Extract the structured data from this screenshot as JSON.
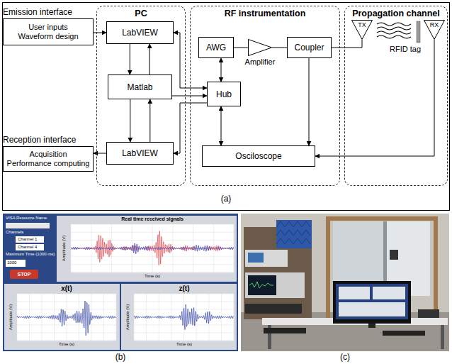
{
  "diagram": {
    "nodes": [
      {
        "text": [
          "Emission interface",
          "User inputs Waveform design"
        ]
      },
      {
        "text": [
          "PC"
        ]
      },
      {
        "text": [
          "LabVIEW"
        ],
        "in": 1
      },
      {
        "text": [
          "Matlab"
        ],
        "in": 1
      },
      {
        "text": [
          "LabVIEW"
        ],
        "in": 1
      },
      {
        "text": [
          "Reception interface",
          "Acquisition Performance computing"
        ]
      },
      {
        "text": [
          "RF instrumentation"
        ]
      },
      {
        "text": [
          "AWG"
        ],
        "in": 6
      },
      {
        "text": [
          "Amplifier"
        ],
        "in": 6
      },
      {
        "text": [
          "Coupler"
        ],
        "in": 6
      },
      {
        "text": [
          "Hub"
        ],
        "in": 6
      },
      {
        "text": [
          "Osciloscope"
        ],
        "in": 6
      },
      {
        "text": [
          "Propagation channel"
        ]
      },
      {
        "text": [
          "TX"
        ],
        "in": 12
      },
      {
        "text": [
          "RX"
        ],
        "in": 12
      }
    ],
    "edges": [
      {
        "from": 0,
        "to": 2,
        "arrow": "to"
      },
      {
        "from": 2,
        "to": 3,
        "arrow": "to"
      },
      {
        "from": 3,
        "to": 2,
        "arrow": "to"
      },
      {
        "from": 3,
        "to": 4,
        "arrow": "to"
      },
      {
        "from": 4,
        "to": 3,
        "arrow": "to"
      },
      {
        "from": 2,
        "to": 10,
        "arrow": "both"
      },
      {
        "from": 3,
        "to": 10,
        "arrow": "to"
      },
      {
        "from": 10,
        "to": 4,
        "arrow": "to"
      },
      {
        "from": 7,
        "to": 10,
        "arrow": "both"
      },
      {
        "from": 10,
        "to": 11,
        "arrow": "both"
      },
      {
        "from": 7,
        "to": 8,
        "arrow": "none"
      },
      {
        "from": 8,
        "to": 9,
        "arrow": "none"
      },
      {
        "from": 9,
        "to": 13,
        "arrow": "none"
      },
      {
        "from": 9,
        "to": 11,
        "arrow": "to"
      },
      {
        "from": 14,
        "to": 11,
        "arrow": "to"
      },
      {
        "from": 4,
        "to": 5,
        "arrow": "to"
      }
    ],
    "labels": [
      "RFID tag",
      "(a)",
      "VISA Resource Name",
      "Channels",
      "Channel 1",
      "Channel 4",
      "Maximum Time (1000 ms)",
      "1000",
      "STOP",
      "Real time received signals",
      "Amplitude (V)",
      "Time (s)",
      "x(t)",
      "Amplitude (V)",
      "Time (s)",
      "z(t)",
      "Amplitude (V)",
      "Time (s)",
      "(b)",
      "(c)"
    ]
  }
}
